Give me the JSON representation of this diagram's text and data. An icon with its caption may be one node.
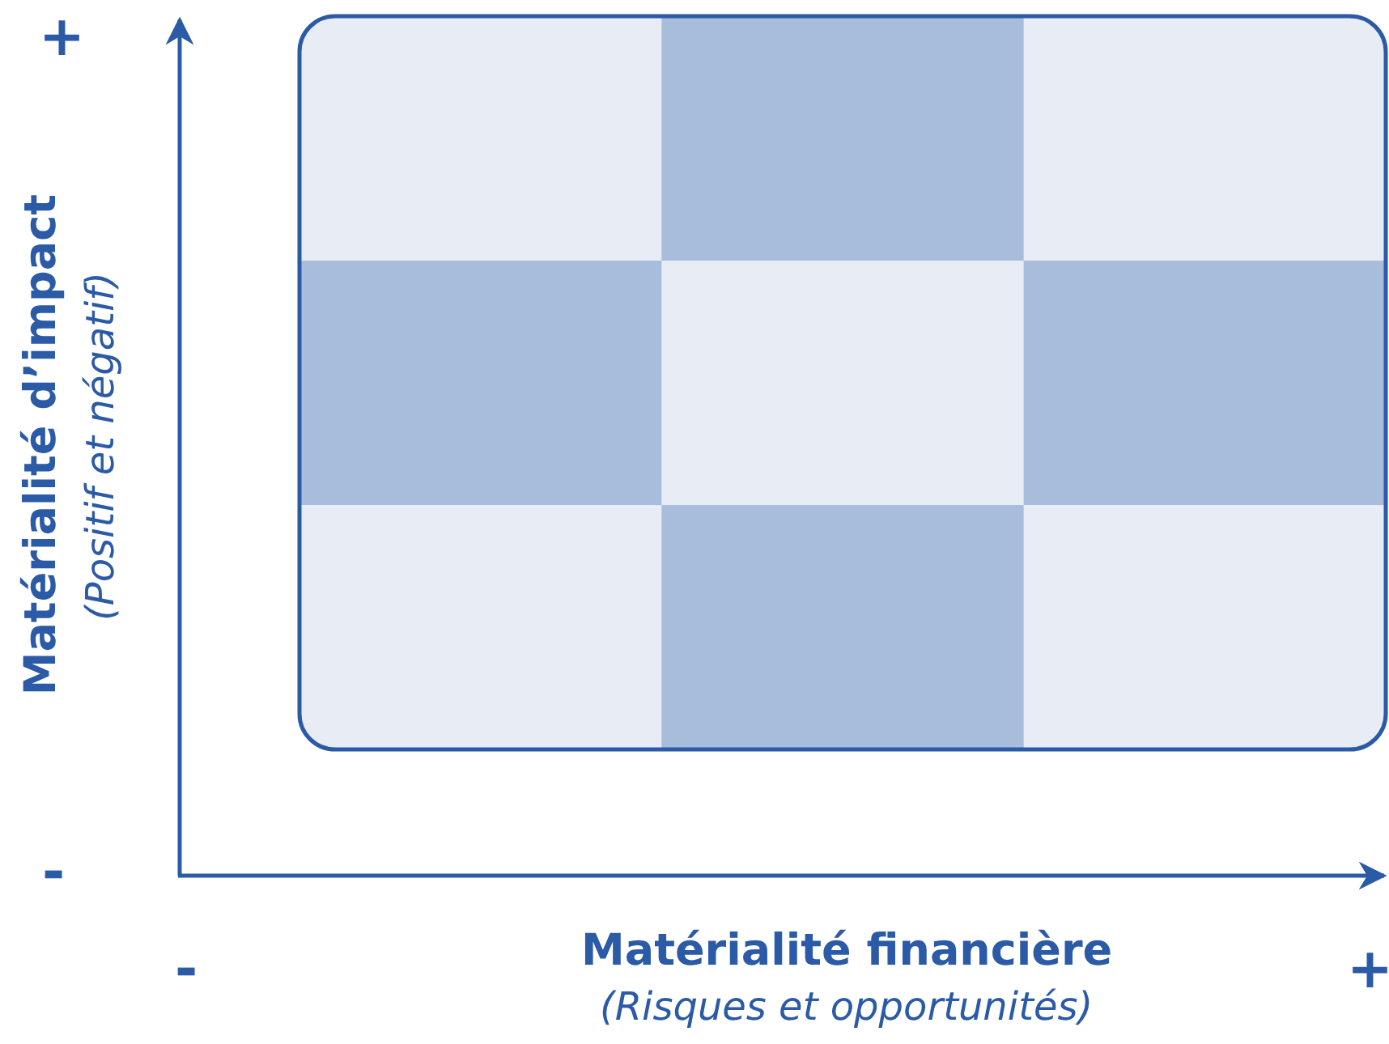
{
  "diagram": {
    "labels": [
      "+",
      "Matérialité d’impact",
      "(Positif et négatif)",
      "-",
      "-",
      "Matérialité financière",
      "(Risques et opportunités)",
      "+"
    ]
  }
}
